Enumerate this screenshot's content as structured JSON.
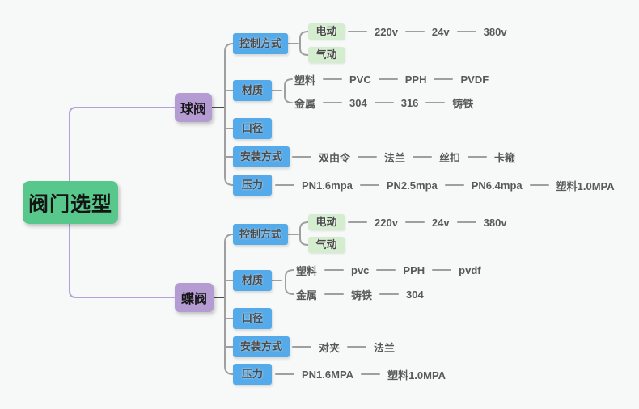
{
  "palette": {
    "canvas_bg": "#f7f8f8",
    "root_green": "#58c78b",
    "node_purple": "#b49cd2",
    "topic_blue": "#55aae9",
    "leaf_green": "#d5edcf",
    "line_gray": "#9f9f9f",
    "stub_dark": "#4c4c4c",
    "line_purple": "#b7a0d8",
    "box_text": "#4a4a4a",
    "text_gray": "#595959"
  },
  "root": {
    "label": "阀门选型"
  },
  "branches": [
    {
      "label": "球阀",
      "topics": [
        {
          "label": "控制方式",
          "children": [
            {
              "label": "电动",
              "chain": [
                "220v",
                "24v",
                "380v"
              ]
            },
            {
              "label": "气动"
            }
          ]
        },
        {
          "label": "材质",
          "rows": [
            {
              "head": "塑料",
              "chain": [
                "PVC",
                "PPH",
                "PVDF"
              ]
            },
            {
              "head": "金属",
              "chain": [
                "304",
                "316",
                "铸铁"
              ]
            }
          ]
        },
        {
          "label": "口径"
        },
        {
          "label": "安装方式",
          "chain": [
            "双由令",
            "法兰",
            "丝扣",
            "卡箍"
          ]
        },
        {
          "label": "压力",
          "chain": [
            "PN1.6mpa",
            "PN2.5mpa",
            "PN6.4mpa",
            "塑料1.0MPA"
          ]
        }
      ]
    },
    {
      "label": "蝶阀",
      "topics": [
        {
          "label": "控制方式",
          "children": [
            {
              "label": "电动",
              "chain": [
                "220v",
                "24v",
                "380v"
              ]
            },
            {
              "label": "气动"
            }
          ]
        },
        {
          "label": "材质",
          "rows": [
            {
              "head": "塑料",
              "chain": [
                "pvc",
                "PPH",
                "pvdf"
              ]
            },
            {
              "head": "金属",
              "chain": [
                "铸铁",
                "304"
              ]
            }
          ]
        },
        {
          "label": "口径"
        },
        {
          "label": "安装方式",
          "chain": [
            "对夹",
            "法兰"
          ]
        },
        {
          "label": "压力",
          "chain": [
            "PN1.6MPA",
            "塑料1.0MPA"
          ]
        }
      ]
    }
  ]
}
